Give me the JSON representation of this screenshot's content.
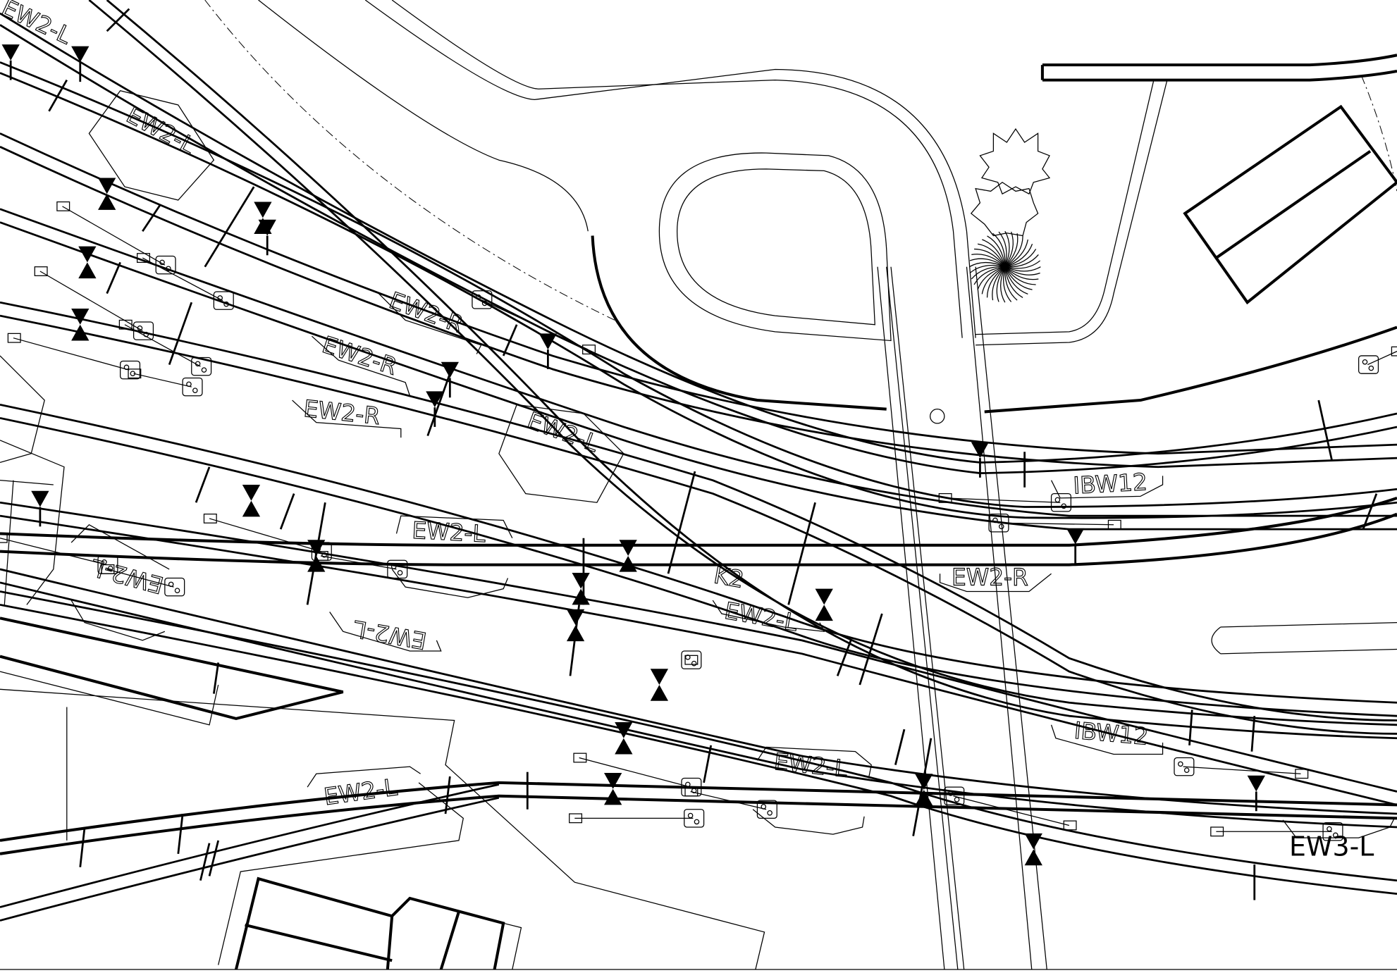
{
  "drawing": {
    "title": "Railway track layout CAD drawing",
    "labels": {
      "ew2_l_1": "EW2-L",
      "ew2_l_2": "EW2-L",
      "ew2_l_3": "EW2-L",
      "ew2_l_4": "EW2-L",
      "ew2_l_5": "EW2-L",
      "ew2_l_6": "EW2-L",
      "ew2_l_7": "EW2-L",
      "ew2_l_8": "EW2-L",
      "ew2_l_9": "EW2-L",
      "ew2_r_1": "EW2-R",
      "ew2_r_2": "EW2-R",
      "ew2_r_3": "EW2-R",
      "ew2_r_4": "EW2-R",
      "ibw12_1": "IBW12",
      "ibw12_2": "IBW12",
      "k2": "K2",
      "ew3_l": "EW3-L"
    }
  }
}
